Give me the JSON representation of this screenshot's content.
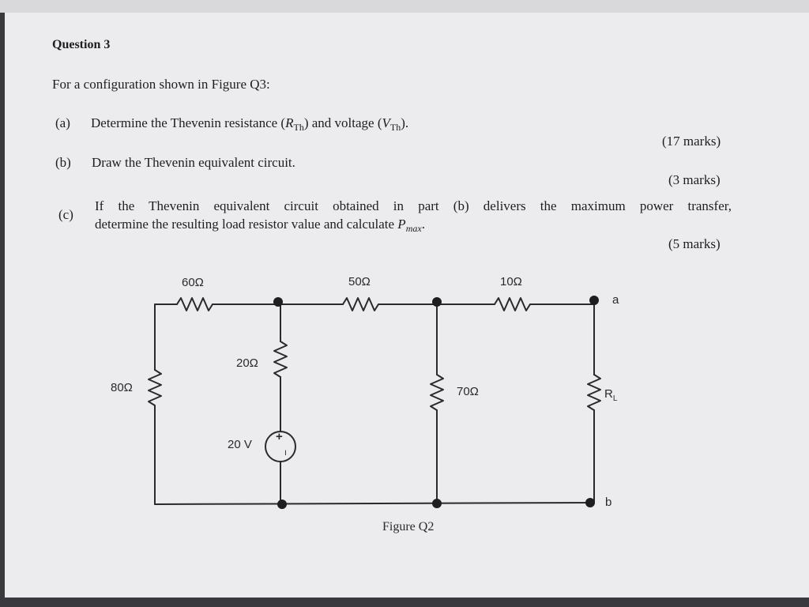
{
  "question": {
    "title": "Question 3",
    "intro": "For a configuration shown in Figure Q3:",
    "parts": [
      {
        "label": "(a)",
        "text_pre": "Determine the Thevenin resistance (",
        "r_sym": "R",
        "r_sub": "Th",
        "text_mid": ") and voltage (",
        "v_sym": "V",
        "v_sub": "Th",
        "text_post": ").",
        "marks": "(17 marks)"
      },
      {
        "label": "(b)",
        "text": "Draw the Thevenin equivalent circuit.",
        "marks": "(3 marks)"
      },
      {
        "label": "(c)",
        "line1": "If the Thevenin equivalent circuit obtained in part (b) delivers the maximum power transfer,",
        "line2_pre": "determine the resulting load resistor value and calculate ",
        "p_sym": "P",
        "p_sub": "max",
        "line2_post": ".",
        "marks": "(5 marks)"
      }
    ]
  },
  "circuit": {
    "labels": {
      "r60": "60Ω",
      "r50": "50Ω",
      "r10": "10Ω",
      "r80": "80Ω",
      "r20": "20Ω",
      "r70": "70Ω",
      "rl_main": "R",
      "rl_sub": "L",
      "source": "20 V",
      "terminal_a": "a",
      "terminal_b": "b",
      "src_plus": "+",
      "src_minus": "−"
    },
    "caption": "Figure Q2"
  },
  "colors": {
    "wire": "#2a2a2a",
    "paper": "#ececee",
    "text": "#1e1e1e"
  }
}
